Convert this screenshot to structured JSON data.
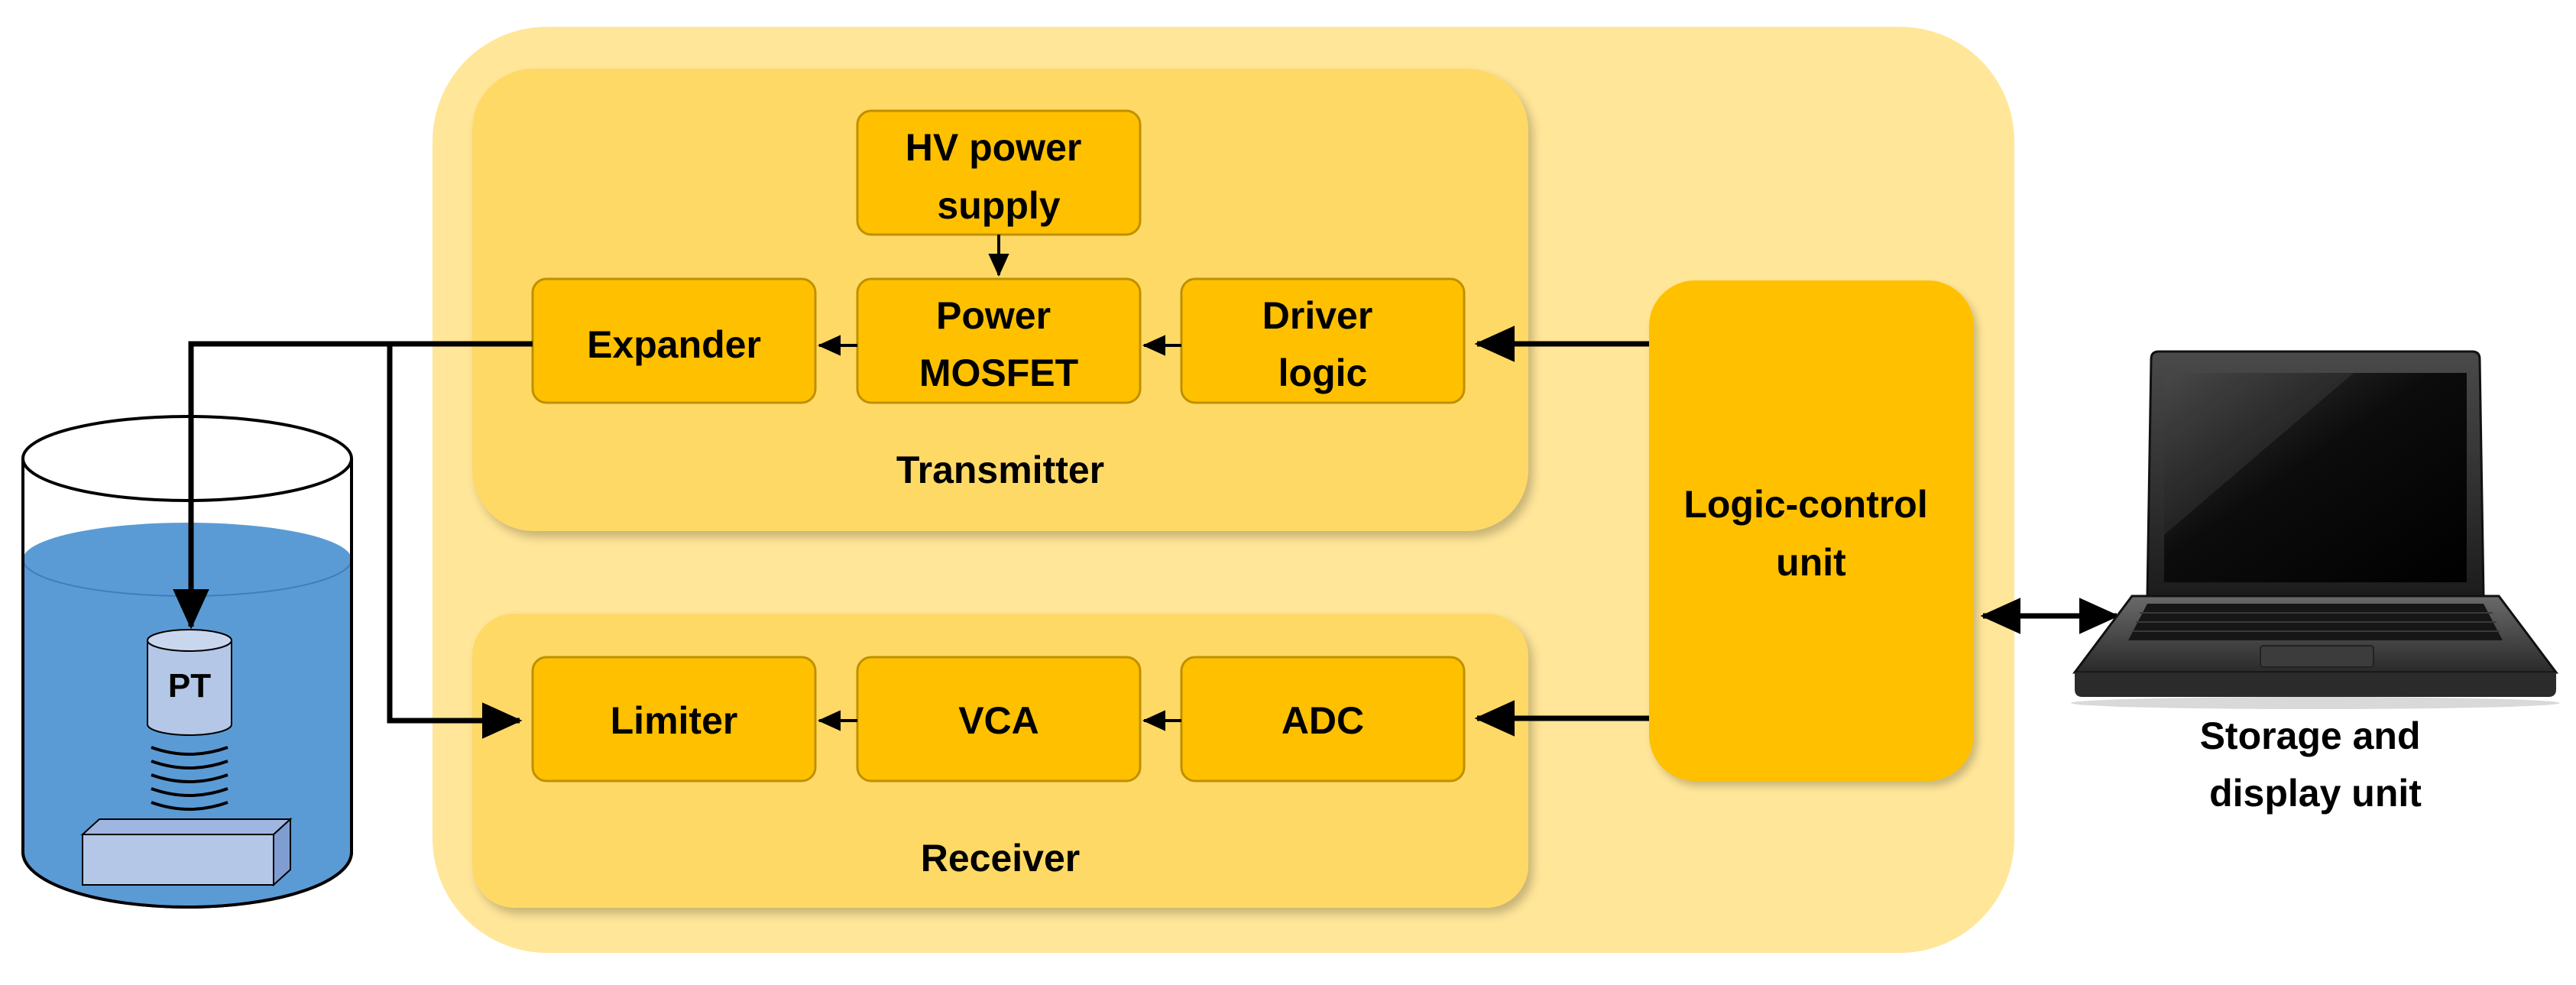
{
  "blocks": {
    "hv_power_supply": [
      "HV power",
      "supply"
    ],
    "expander": [
      "Expander"
    ],
    "power_mosfet": [
      "Power",
      "MOSFET"
    ],
    "driver_logic": [
      "Driver",
      "logic"
    ],
    "limiter": [
      "Limiter"
    ],
    "vca": [
      "VCA"
    ],
    "adc": [
      "ADC"
    ],
    "logic_control_unit": [
      "Logic-control",
      "unit"
    ],
    "pt": [
      "PT"
    ]
  },
  "groups": {
    "transmitter": "Transmitter",
    "receiver": "Receiver"
  },
  "storage_display_unit": [
    "Storage and",
    "display unit"
  ],
  "colors": {
    "outer_panel": "#FFE699",
    "group_panel": "#FFD966",
    "block": "#FFC000",
    "block_border": "#BF9000",
    "water": "#5B9BD5",
    "transducer": "#B4C7E7",
    "arrow": "#000000"
  }
}
